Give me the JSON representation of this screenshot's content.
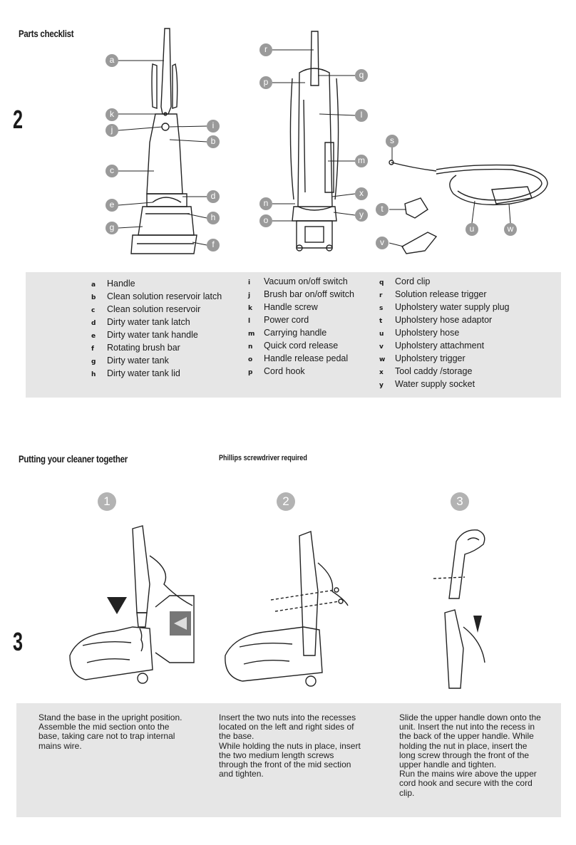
{
  "parts_checklist": {
    "title": "Parts checklist",
    "section_number": "2",
    "columns": [
      [
        {
          "key": "a",
          "label": "Handle"
        },
        {
          "key": "b",
          "label": "Clean solution reservoir latch"
        },
        {
          "key": "c",
          "label": "Clean solution reservoir"
        },
        {
          "key": "d",
          "label": "Dirty water tank latch"
        },
        {
          "key": "e",
          "label": "Dirty water tank handle"
        },
        {
          "key": "f",
          "label": "Rotating brush bar"
        },
        {
          "key": "g",
          "label": "Dirty water tank"
        },
        {
          "key": "h",
          "label": "Dirty water tank lid"
        }
      ],
      [
        {
          "key": "i",
          "label": "Vacuum on/off switch"
        },
        {
          "key": "j",
          "label": "Brush bar on/off switch"
        },
        {
          "key": "k",
          "label": "Handle screw"
        },
        {
          "key": "l",
          "label": "Power cord"
        },
        {
          "key": "m",
          "label": "Carrying handle"
        },
        {
          "key": "n",
          "label": "Quick cord release"
        },
        {
          "key": "o",
          "label": "Handle release pedal"
        },
        {
          "key": "p",
          "label": "Cord hook"
        }
      ],
      [
        {
          "key": "q",
          "label": "Cord clip"
        },
        {
          "key": "r",
          "label": "Solution release trigger"
        },
        {
          "key": "s",
          "label": "Upholstery water supply plug"
        },
        {
          "key": "t",
          "label": "Upholstery hose adaptor"
        },
        {
          "key": "u",
          "label": "Upholstery hose"
        },
        {
          "key": "v",
          "label": "Upholstery attachment"
        },
        {
          "key": "w",
          "label": "Upholstery trigger"
        },
        {
          "key": "x",
          "label": "Tool caddy /storage"
        },
        {
          "key": "y",
          "label": "Water supply socket"
        }
      ]
    ]
  },
  "assembly": {
    "title": "Putting your cleaner together",
    "note": "Phillips screwdriver required",
    "section_number": "3",
    "steps": [
      {
        "number": "1",
        "text": "Stand the base in the upright position. Assemble the mid section onto the base, taking care not to trap internal mains wire."
      },
      {
        "number": "2",
        "text": "Insert the two nuts into the recesses located on the left and right sides of the base.\nWhile holding the nuts in place, insert the two medium length screws through the front of the mid section and tighten."
      },
      {
        "number": "3",
        "text": "Slide the upper handle down onto the unit. Insert the nut into the recess in the back of the upper handle. While holding the nut in place, insert the long screw through the front of the upper handle and tighten.\nRun the mains wire above the upper cord hook and secure with the cord clip."
      }
    ]
  },
  "colors": {
    "panel": "#e6e6e6",
    "callout": "#9a9a9a",
    "step_circle": "#b3b3b3"
  }
}
